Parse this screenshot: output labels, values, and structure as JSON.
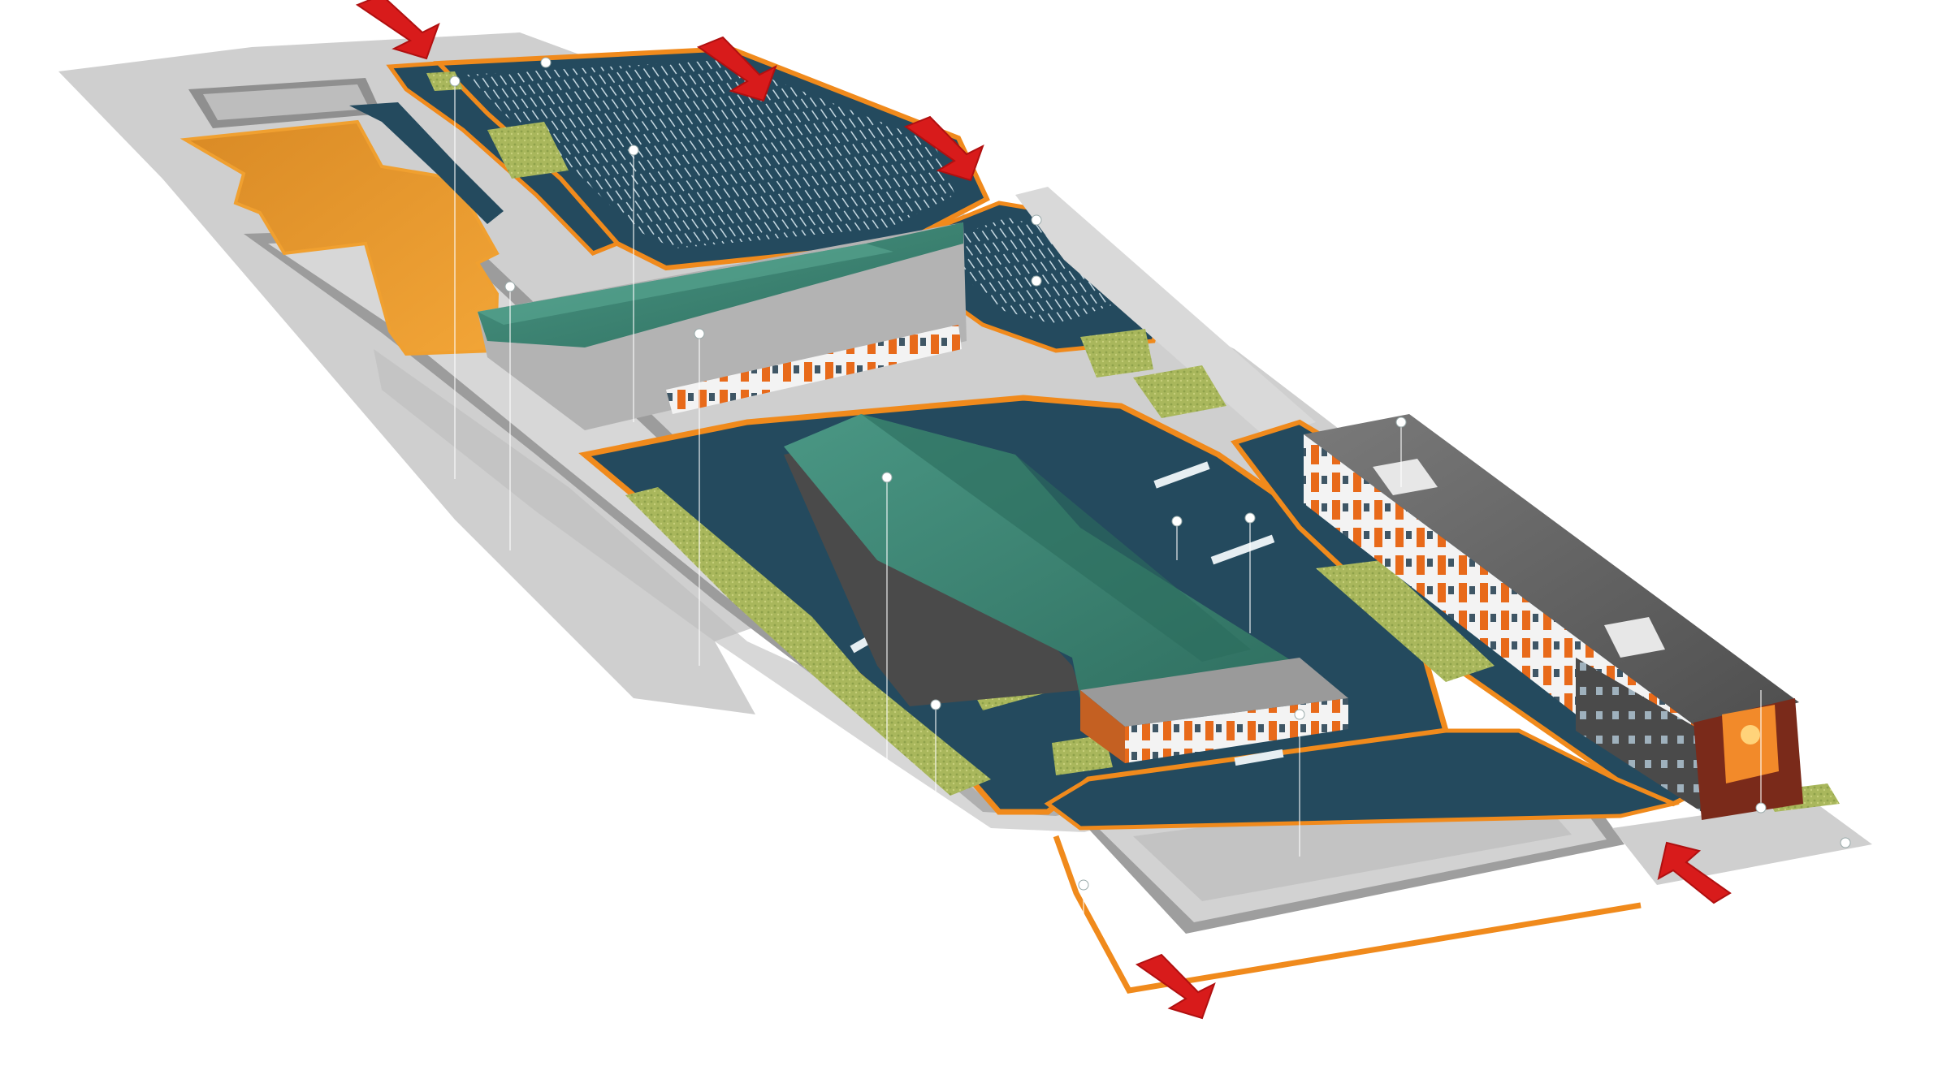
{
  "map": {
    "type": "isometric-site-plan",
    "colors": {
      "background": "#ffffff",
      "ground": "#c9c9c9",
      "ground_dark": "#9e9e9e",
      "plaza_orange": "#f0a030",
      "road": "#244a5e",
      "road_edge": "#f08a1c",
      "parking_lines": "#d7e3ea",
      "grass": "#a7b85a",
      "roof_green": "#3e8a78",
      "roof_green_dark": "#2c6c5d",
      "wall_grey": "#9a9a9a",
      "facade_orange": "#e86a1a",
      "facade_white": "#f1f1f1",
      "roof_dark": "#6b6b6b",
      "arrow_red": "#d81b1b",
      "marker": "#ffffff"
    },
    "buildings": [
      {
        "id": "warehouse-north",
        "roof": "green"
      },
      {
        "id": "market-hall",
        "roof": "green"
      },
      {
        "id": "office-block",
        "roof": "grey"
      },
      {
        "id": "hotel-building",
        "roof": "dark"
      }
    ],
    "entry_arrows": [
      {
        "id": "arrow-top-left",
        "direction": "in"
      },
      {
        "id": "arrow-top-center",
        "direction": "in"
      },
      {
        "id": "arrow-top-right",
        "direction": "in"
      },
      {
        "id": "arrow-bottom-right",
        "direction": "in"
      },
      {
        "id": "arrow-bottom-exit",
        "direction": "out"
      }
    ],
    "hotspots": [
      {
        "id": "hotspot-1"
      },
      {
        "id": "hotspot-2"
      },
      {
        "id": "hotspot-3"
      },
      {
        "id": "hotspot-4"
      },
      {
        "id": "hotspot-5"
      },
      {
        "id": "hotspot-6"
      },
      {
        "id": "hotspot-7"
      },
      {
        "id": "hotspot-8"
      },
      {
        "id": "hotspot-9"
      },
      {
        "id": "hotspot-10"
      },
      {
        "id": "hotspot-11"
      },
      {
        "id": "hotspot-12"
      },
      {
        "id": "hotspot-13"
      },
      {
        "id": "hotspot-14"
      },
      {
        "id": "hotspot-15"
      },
      {
        "id": "hotspot-16"
      },
      {
        "id": "hotspot-17"
      }
    ]
  }
}
